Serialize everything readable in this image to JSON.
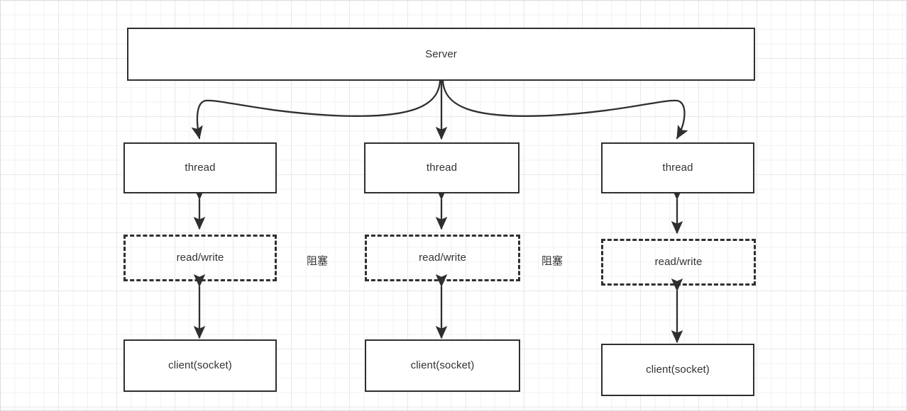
{
  "diagram": {
    "title_node": {
      "label": "Server"
    },
    "columns": [
      {
        "thread_label": "thread",
        "io_label": "read/write",
        "client_label": "client(socket)"
      },
      {
        "thread_label": "thread",
        "io_label": "read/write",
        "client_label": "client(socket)"
      },
      {
        "thread_label": "thread",
        "io_label": "read/write",
        "client_label": "client(socket)"
      }
    ],
    "annotations": [
      {
        "label": "阻塞"
      },
      {
        "label": "阻塞"
      }
    ],
    "colors": {
      "stroke": "#2f2f2f",
      "text": "#333333",
      "grid_minor": "#f2f2f2",
      "grid_major": "#e8e8e8",
      "background": "#ffffff"
    }
  }
}
